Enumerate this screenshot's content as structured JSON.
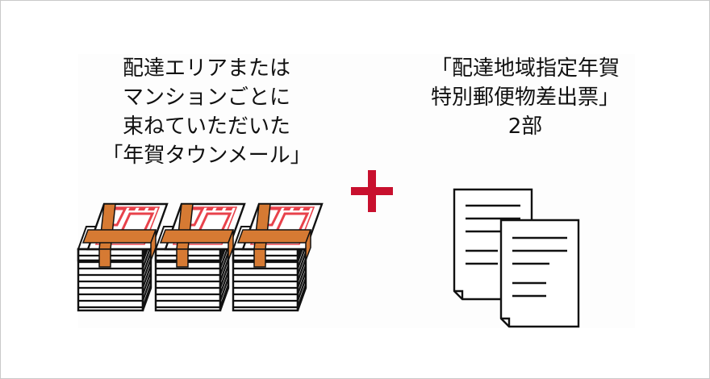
{
  "left_caption": {
    "lines": [
      "配達エリアまたは",
      "マンションごとに",
      "束ねていただいた",
      "「年賀タウンメール」"
    ]
  },
  "right_caption": {
    "lines": [
      "「配達地域指定年賀",
      "特別郵便物差出票」",
      "2部"
    ]
  },
  "colors": {
    "accent_red": "#c8102e",
    "card_red": "#e8424b",
    "band_orange": "#d67a33",
    "ink": "#111111"
  },
  "icons": {
    "plus": "plus-icon",
    "bundles": "mail-bundle-icon",
    "forms": "document-icon"
  }
}
